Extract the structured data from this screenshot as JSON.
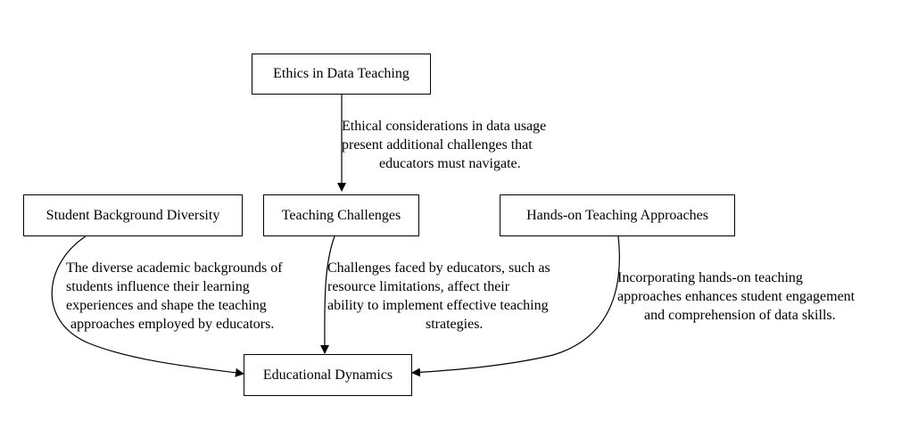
{
  "nodes": {
    "ethics": "Ethics in Data Teaching",
    "student_diversity": "Student Background Diversity",
    "teaching_challenges": "Teaching Challenges",
    "hands_on": "Hands-on Teaching Approaches",
    "educational_dynamics": "Educational Dynamics"
  },
  "edges": {
    "ethics_to_challenges": [
      "Ethical considerations in data usage",
      "present additional challenges that",
      "educators must navigate."
    ],
    "diversity_to_dynamics": [
      "The diverse academic backgrounds of",
      "students influence their learning",
      "experiences and shape the teaching",
      "approaches employed by educators."
    ],
    "challenges_to_dynamics": [
      "Challenges faced by educators, such as",
      "resource limitations, affect their",
      "ability to implement effective teaching",
      "strategies."
    ],
    "handson_to_dynamics": [
      "Incorporating hands-on teaching",
      "approaches enhances student engagement",
      "and comprehension of data skills."
    ]
  }
}
